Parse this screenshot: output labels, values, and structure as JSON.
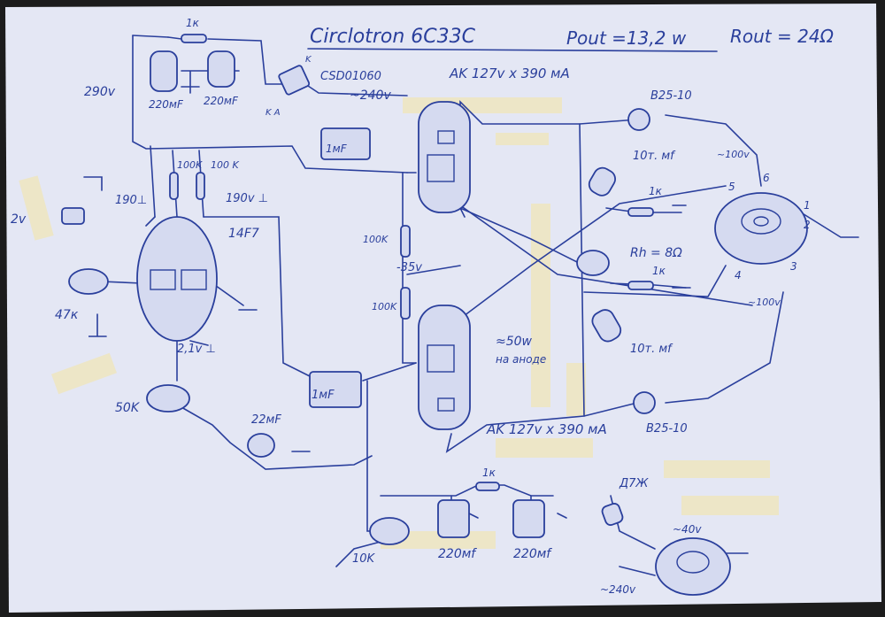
{
  "title": "Circlotron 6C33C",
  "power_out": "Pout =13,2 w",
  "r_out": "Rout = 24Ω",
  "ink_color": "#2a3f9c",
  "paper_color": "#e4e7f4",
  "tape_color": "#eee6c2",
  "labels": {
    "v290": "290v",
    "c220_a": "220мF",
    "c220_b": "220мF",
    "r1k_top": "1к",
    "diode": "CSD01060",
    "diode_k": "K",
    "diode_ka": "K  A",
    "ac240": "~240v",
    "tube_top": "AK 127v x 390 мA",
    "b2510_top": "B25-10",
    "cap1mf_top": "1мF",
    "r100k_a": "100K",
    "r100k_b": "100 K",
    "v190_l": "190⊥",
    "v190_r": "190v ⊥",
    "tube_14f7": "14F7",
    "v2": "2v",
    "pot47k": "47к",
    "c10t_top": "10т. мf",
    "r1k_mid": "1к",
    "tr_v100a": "~100v",
    "tr_6": "6",
    "tr_5": "5",
    "tr_1": "1",
    "tr_2": "2",
    "tr_3": "3",
    "tr_4": "4",
    "tr_v100b": "~100v",
    "rh": "Rh = 8Ω",
    "r1k_b": "1к",
    "r100k_mid_a": "100K",
    "v35": "-35v",
    "r100k_mid_b": "100K",
    "anode_a": "≈50w",
    "anode_b": "на аноде",
    "c10t_bot": "10т. мf",
    "v21": "2,1v ⊥",
    "pot50k": "50K",
    "c22mf": "22мF",
    "cap1mf_bot": "1мF",
    "tube_bot": "AK 127v x 390 мA",
    "b2510_bot": "B25-10",
    "d7": "Д7Ж",
    "r1k_low": "1к",
    "pot10k": "10K",
    "c220_c": "220мf",
    "c220_d": "220мf",
    "v40": "~40v",
    "v240_bot": "~240v"
  }
}
